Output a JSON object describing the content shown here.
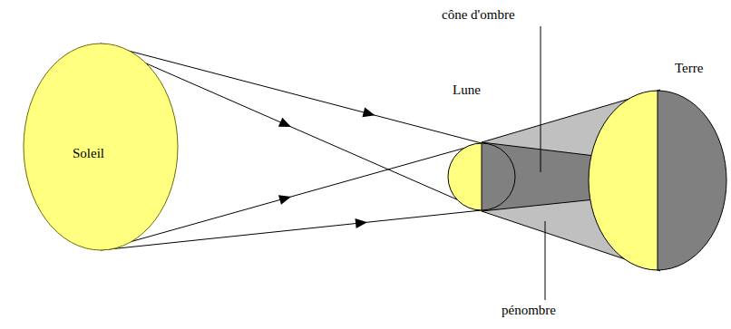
{
  "diagram": {
    "nodes": [
      {
        "text": [
          "Soleil"
        ]
      },
      {
        "text": [
          "Lune"
        ]
      },
      {
        "text": [
          "Terre"
        ]
      }
    ],
    "edges": [
      {
        "from": 0,
        "to": 1,
        "arrow": "to"
      },
      {
        "from": 0,
        "to": 1,
        "arrow": "to"
      },
      {
        "from": 0,
        "to": 1,
        "arrow": "to"
      },
      {
        "from": 0,
        "to": 1,
        "arrow": "to"
      }
    ],
    "labels": [
      "cône d'ombre",
      "pénombre"
    ]
  }
}
